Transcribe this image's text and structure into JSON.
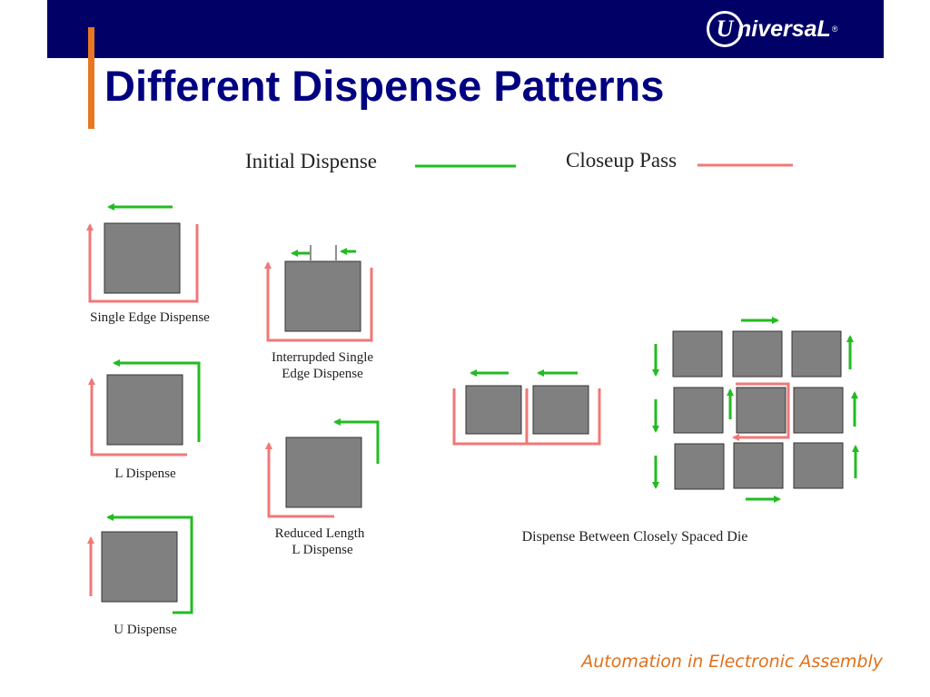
{
  "slide": {
    "title": "Different Dispense Patterns",
    "logo_text": "niversaL",
    "logo_monogram": "U",
    "logo_reg": "®",
    "tagline": "Automation in Electronic Assembly"
  },
  "legend": {
    "initial_label": "Initial Dispense",
    "closeup_label": "Closeup Pass"
  },
  "patterns": {
    "single_edge": "Single Edge Dispense",
    "interrupted_line1": "Interrupded Single",
    "interrupted_line2": "Edge Dispense",
    "l_dispense": "L Dispense",
    "reduced_line1": "Reduced Length",
    "reduced_line2": "L Dispense",
    "u_dispense": "U Dispense",
    "closely_spaced": "Dispense Between Closely Spaced Die"
  },
  "colors": {
    "header": "#000066",
    "accent": "#E87722",
    "title": "#000080",
    "initial": "#22BB22",
    "closeup": "#F07878",
    "die_fill": "#808080",
    "tagline": "#E0701A"
  }
}
